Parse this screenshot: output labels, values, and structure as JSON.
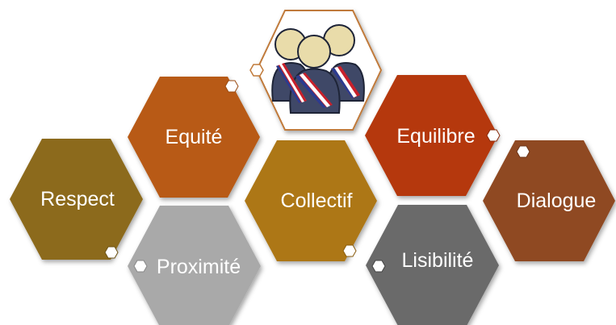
{
  "values": [
    {
      "id": "equite",
      "label": "Equité",
      "color": "#b85a12"
    },
    {
      "id": "respect",
      "label": "Respect",
      "color": "#8c6a1c"
    },
    {
      "id": "proximite",
      "label": "Proximité",
      "color": "#a9a9a9"
    },
    {
      "id": "collectif",
      "label": "Collectif",
      "color": "#ad7714"
    },
    {
      "id": "equilibre",
      "label": "Equilibre",
      "color": "#b5390f"
    },
    {
      "id": "lisibilite",
      "label": "Lisibilité",
      "color": "#6b6b6b"
    },
    {
      "id": "dialogue",
      "label": "Dialogue",
      "color": "#8f4a24"
    }
  ],
  "center_icon": {
    "name": "elected-officials-icon",
    "border_color": "#c07a3a"
  }
}
